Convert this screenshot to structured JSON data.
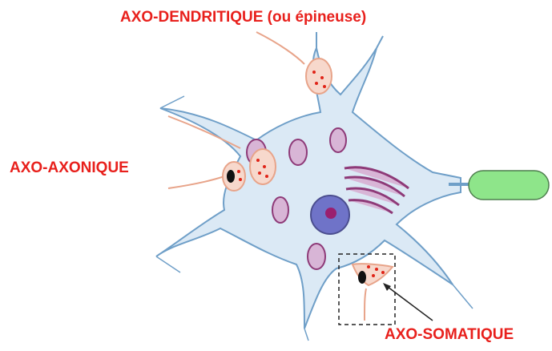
{
  "labels": {
    "axo_dendritique": "AXO-DENDRITIQUE (ou épineuse)",
    "axo_axonique": "AXO-AXONIQUE",
    "axo_somatique": "AXO-SOMATIQUE"
  },
  "colors": {
    "label_text": "#e8201c",
    "cell_body": "#dbe9f5",
    "cell_outline": "#6f9fc8",
    "nucleus": "#6f73c8",
    "nucleolus": "#9a1f6e",
    "mitochondria": "#8e3a78",
    "myelin": "#8ee58a",
    "terminal": "#e8a48a",
    "vesicle": "#e02418"
  },
  "icons": {
    "arrow": "arrow-icon",
    "dashed_box": "selection-box"
  }
}
